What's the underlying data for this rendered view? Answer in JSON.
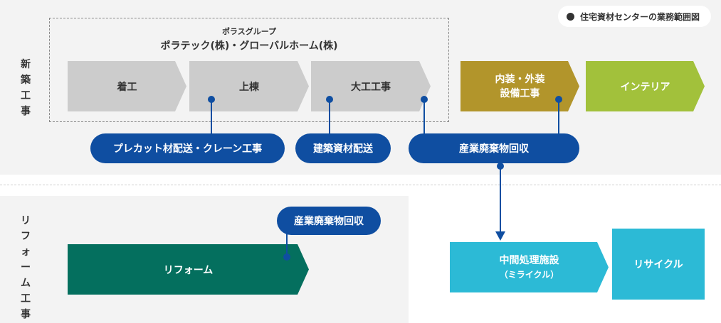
{
  "legend": {
    "label": "住宅資材センターの業務範囲図"
  },
  "sections": {
    "new_construction": "新築工事",
    "reform": "リフォーム工事"
  },
  "group": {
    "title": "ポラスグループ",
    "subtitle": "ポラテック(株)・グローバルホーム(株)"
  },
  "stages": {
    "chakko": "着工",
    "jotou": "上棟",
    "daiku": "大工工事",
    "naiso_line1": "内装・外装",
    "naiso_line2": "設備工事",
    "interior": "インテリア",
    "reform": "リフォーム",
    "chukan_line1": "中間処理施設",
    "chukan_line2": "（ミライクル）",
    "recycle": "リサイクル"
  },
  "services": {
    "precut": "プレカット材配送・クレーン工事",
    "materials": "建築資材配送",
    "waste_new": "産業廃棄物回収",
    "waste_reform": "産業廃棄物回収"
  },
  "colors": {
    "navy": "#0f4ea1",
    "gray": "#cccccc",
    "olive": "#b2952b",
    "lime": "#a2c13b",
    "green": "#046f5e",
    "cyan": "#2cbad6",
    "panel": "#f3f3f3"
  }
}
